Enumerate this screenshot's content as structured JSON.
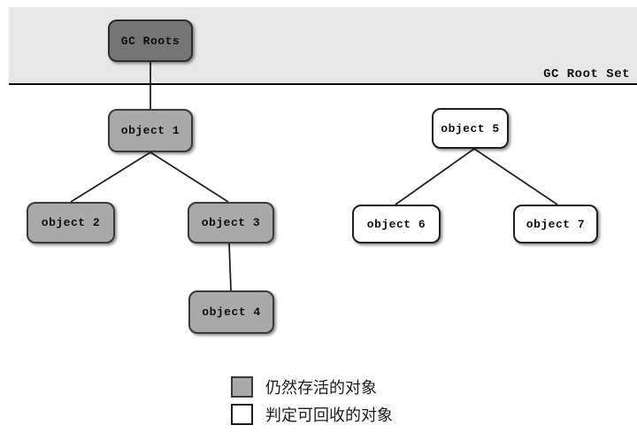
{
  "diagram": {
    "band_label": "GC Root Set",
    "nodes": [
      {
        "id": "gc-roots",
        "label": "GC Roots",
        "type": "root"
      },
      {
        "id": "object-1",
        "label": "object 1",
        "type": "alive"
      },
      {
        "id": "object-2",
        "label": "object 2",
        "type": "alive"
      },
      {
        "id": "object-3",
        "label": "object 3",
        "type": "alive"
      },
      {
        "id": "object-4",
        "label": "object 4",
        "type": "alive"
      },
      {
        "id": "object-5",
        "label": "object 5",
        "type": "reclaimable"
      },
      {
        "id": "object-6",
        "label": "object 6",
        "type": "reclaimable"
      },
      {
        "id": "object-7",
        "label": "object 7",
        "type": "reclaimable"
      }
    ],
    "edges": [
      {
        "from": "gc-roots",
        "to": "object-1"
      },
      {
        "from": "object-1",
        "to": "object-2"
      },
      {
        "from": "object-1",
        "to": "object-3"
      },
      {
        "from": "object-3",
        "to": "object-4"
      },
      {
        "from": "object-5",
        "to": "object-6"
      },
      {
        "from": "object-5",
        "to": "object-7"
      }
    ],
    "legend": [
      {
        "swatch": "gray",
        "label": "仍然存活的对象"
      },
      {
        "swatch": "white",
        "label": "判定可回收的对象"
      }
    ],
    "colors": {
      "root_fill": "#757575",
      "alive_fill": "#a9a9a9",
      "reclaimable_fill": "#ffffff",
      "band_fill": "#e7e7e7",
      "line": "#0a0a0a"
    }
  }
}
